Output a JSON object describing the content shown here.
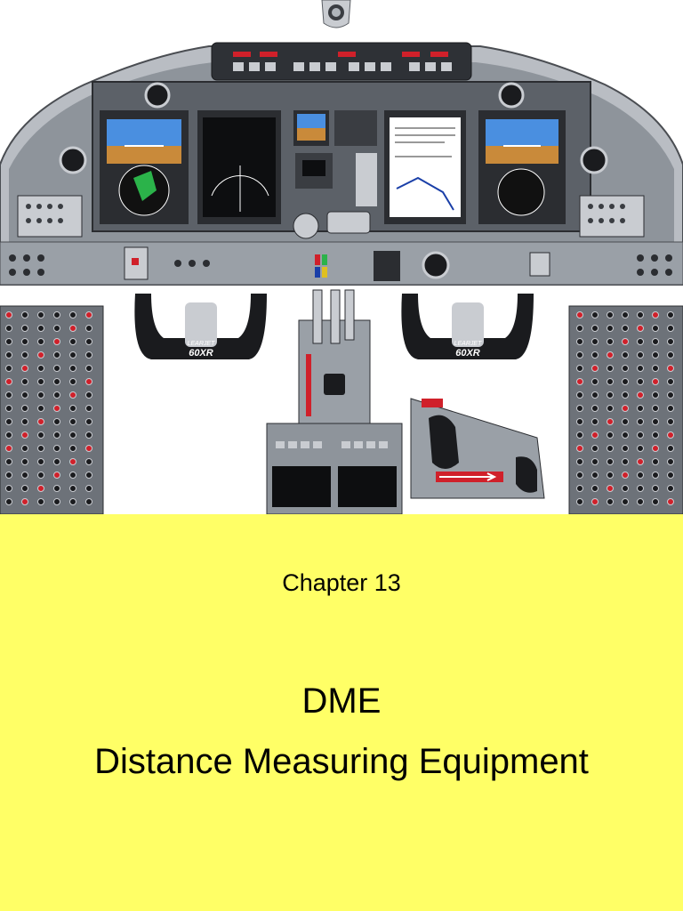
{
  "page": {
    "chapter_label": "Chapter 13",
    "title_line1": "DME",
    "title_line2": "Distance Measuring Equipment"
  },
  "illustration": {
    "yoke_logo_left": "LEARJET",
    "yoke_model_left": "60XR",
    "yoke_logo_right": "LEARJET",
    "yoke_model_right": "60XR"
  },
  "colors": {
    "band": "#ffff66",
    "panel": "#7a7f86",
    "panel_dark": "#2b2d31",
    "sky": "#4a8fe0",
    "ground": "#c98a3a",
    "annunciator_red": "#d0202a"
  }
}
